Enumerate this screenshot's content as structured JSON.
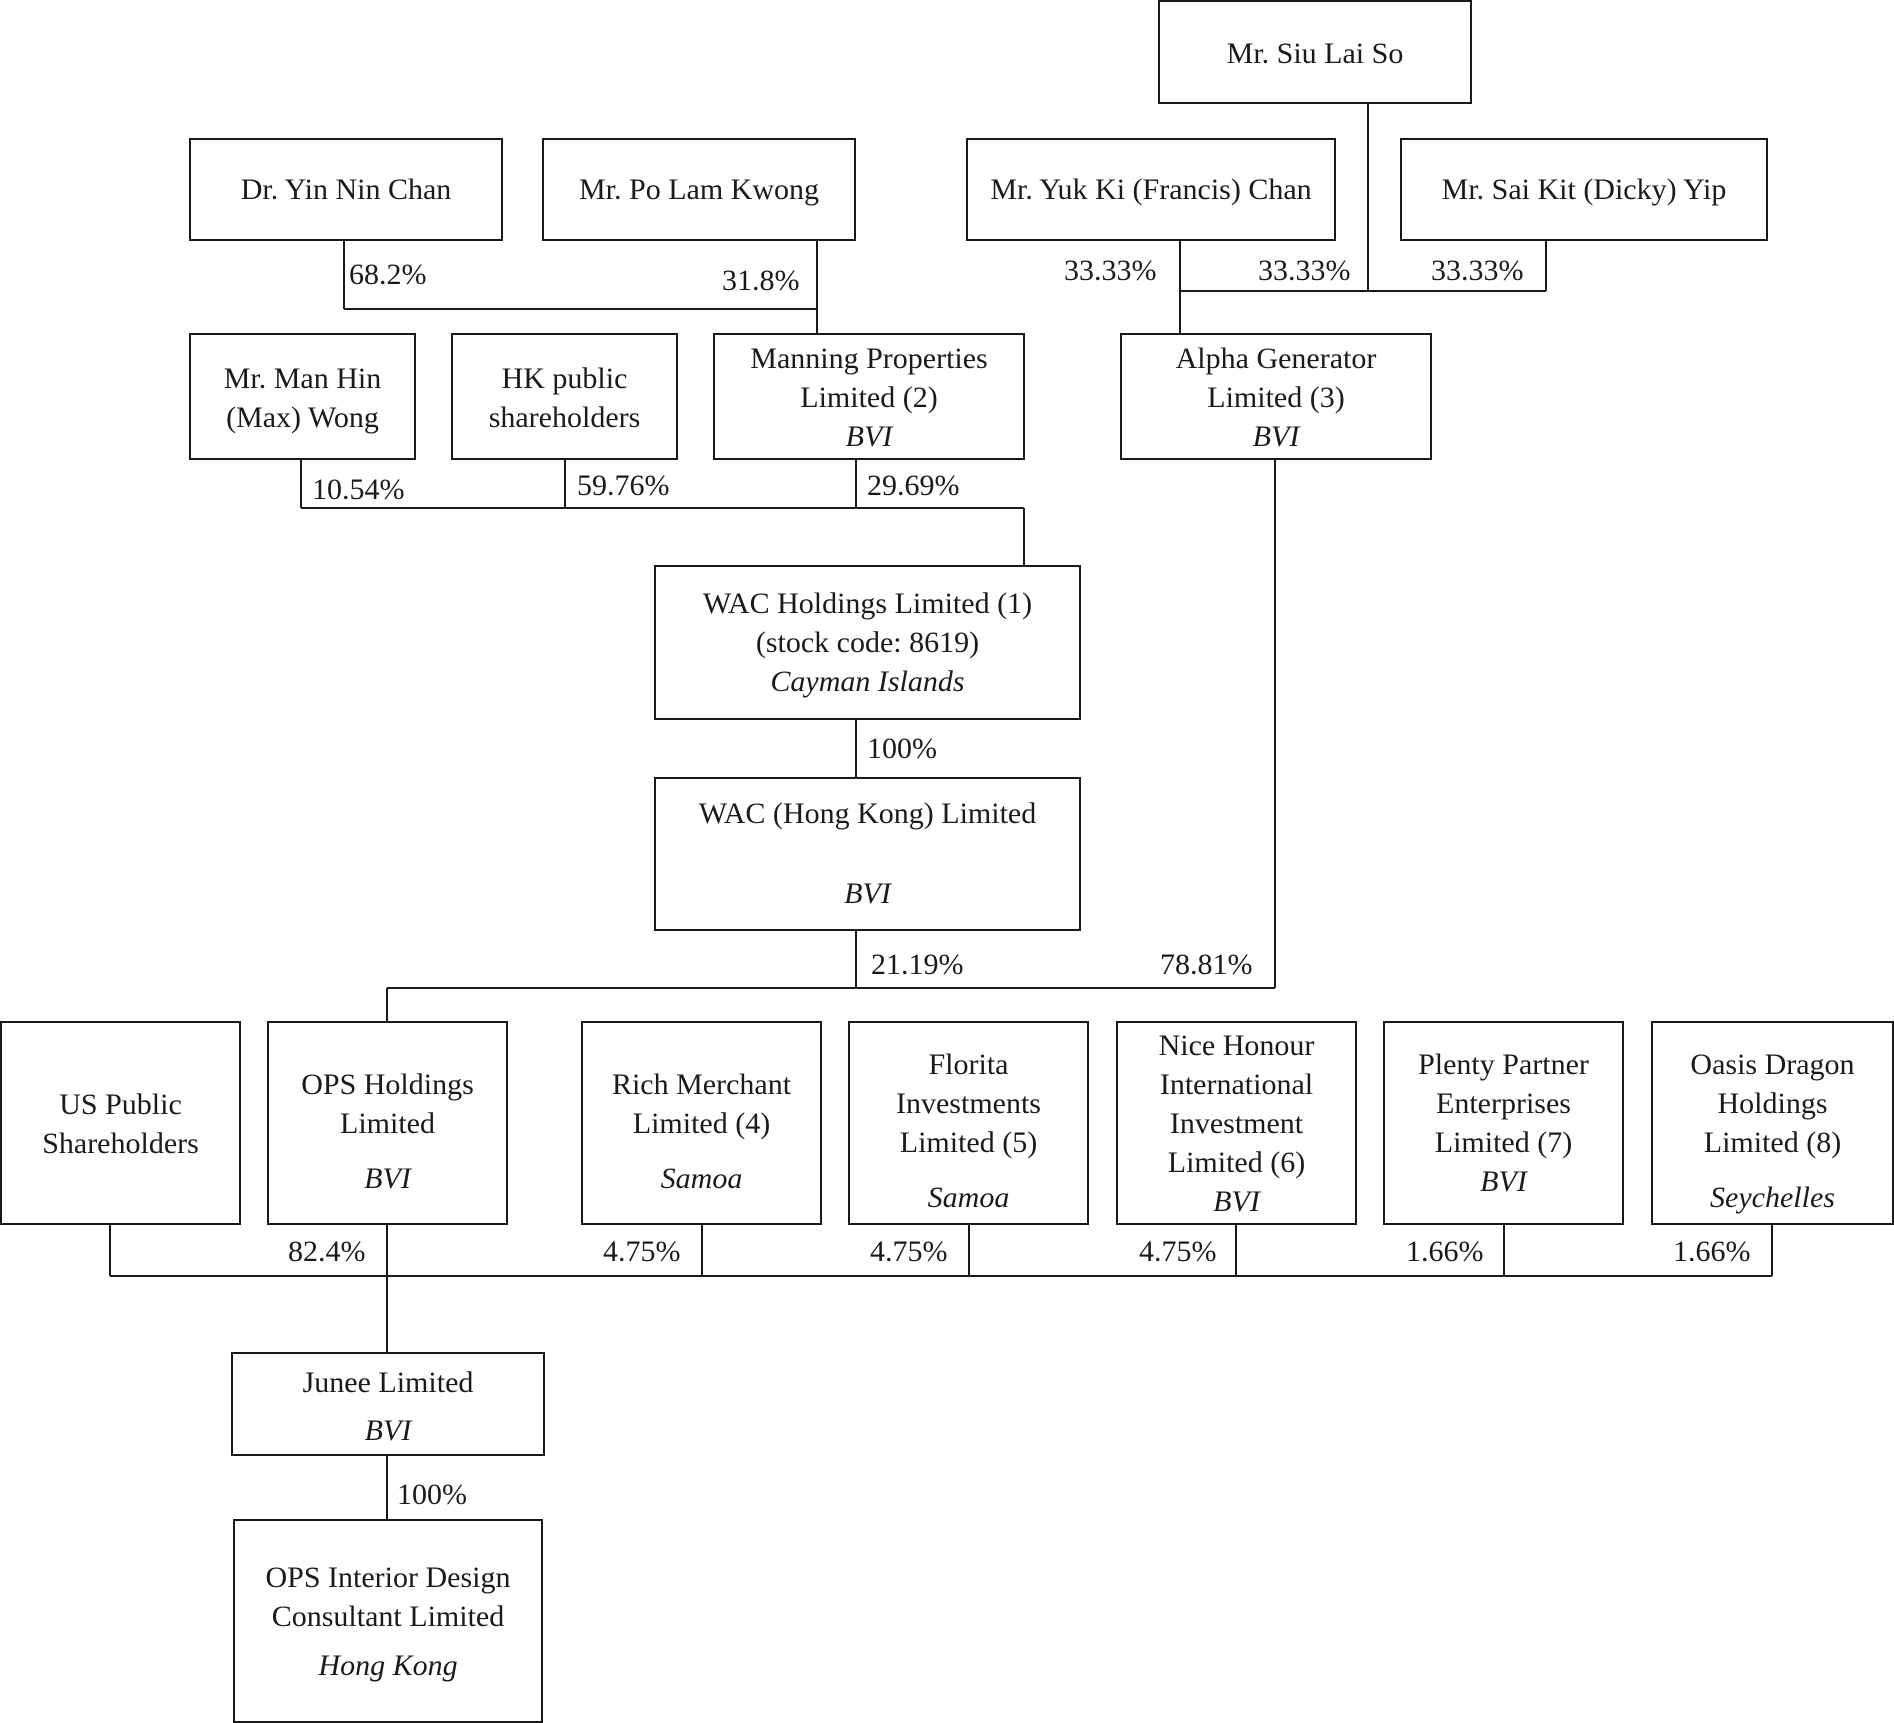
{
  "entities": {
    "siu_lai_so": {
      "lines": [
        "Mr. Siu Lai So"
      ]
    },
    "yin_nin_chan": {
      "lines": [
        "Dr. Yin Nin Chan"
      ]
    },
    "po_lam_kwong": {
      "lines": [
        "Mr. Po Lam Kwong"
      ]
    },
    "yuk_ki_chan": {
      "lines": [
        "Mr. Yuk Ki (Francis) Chan"
      ]
    },
    "sai_kit_yip": {
      "lines": [
        "Mr. Sai Kit (Dicky) Yip"
      ]
    },
    "man_hin_wong": {
      "lines": [
        "Mr. Man Hin",
        "(Max) Wong"
      ]
    },
    "hk_public": {
      "lines": [
        "HK public",
        "shareholders"
      ]
    },
    "manning": {
      "lines": [
        "Manning Properties",
        "Limited (2)"
      ],
      "jurisdiction": "BVI"
    },
    "alpha": {
      "lines": [
        "Alpha Generator",
        "Limited (3)"
      ],
      "jurisdiction": "BVI"
    },
    "wac_holdings": {
      "lines": [
        "WAC Holdings Limited (1)",
        "(stock code: 8619)"
      ],
      "jurisdiction": "Cayman Islands"
    },
    "wac_hk": {
      "lines": [
        "WAC (Hong Kong) Limited"
      ],
      "jurisdiction": "BVI"
    },
    "us_public": {
      "lines": [
        "US Public",
        "Shareholders"
      ]
    },
    "ops_holdings": {
      "lines": [
        "OPS Holdings",
        "Limited"
      ],
      "jurisdiction": "BVI"
    },
    "rich_merchant": {
      "lines": [
        "Rich Merchant",
        "Limited (4)"
      ],
      "jurisdiction": "Samoa"
    },
    "florita": {
      "lines": [
        "Florita",
        "Investments",
        "Limited (5)"
      ],
      "jurisdiction": "Samoa"
    },
    "nice_honour": {
      "lines": [
        "Nice Honour",
        "International",
        "Investment",
        "Limited (6)"
      ],
      "jurisdiction": "BVI"
    },
    "plenty_partner": {
      "lines": [
        "Plenty Partner",
        "Enterprises",
        "Limited (7)"
      ],
      "jurisdiction": "BVI"
    },
    "oasis_dragon": {
      "lines": [
        "Oasis Dragon",
        "Holdings",
        "Limited (8)"
      ],
      "jurisdiction": "Seychelles"
    },
    "junee": {
      "lines": [
        "Junee Limited"
      ],
      "jurisdiction": "BVI"
    },
    "ops_interior": {
      "lines": [
        "OPS Interior Design",
        "Consultant Limited"
      ],
      "jurisdiction": "Hong Kong"
    }
  },
  "ownership": {
    "yin_nin_chan_in_manning": "68.2%",
    "po_lam_kwong_in_manning": "31.8%",
    "yuk_ki_chan_in_alpha": "33.33%",
    "siu_lai_so_in_alpha": "33.33%",
    "sai_kit_yip_in_alpha": "33.33%",
    "man_hin_wong_in_wac": "10.54%",
    "hk_public_in_wac": "59.76%",
    "manning_in_wac": "29.69%",
    "wac_in_wac_hk": "100%",
    "wac_hk_in_ops": "21.19%",
    "alpha_in_ops": "78.81%",
    "us_public_in_ops": "82.4%",
    "rich_merchant_in_ops": "4.75%",
    "florita_in_ops": "4.75%",
    "nice_honour_in_ops": "4.75%",
    "plenty_partner_in_ops": "1.66%",
    "oasis_dragon_in_ops": "1.66%",
    "junee_in_ops_interior": "100%"
  }
}
